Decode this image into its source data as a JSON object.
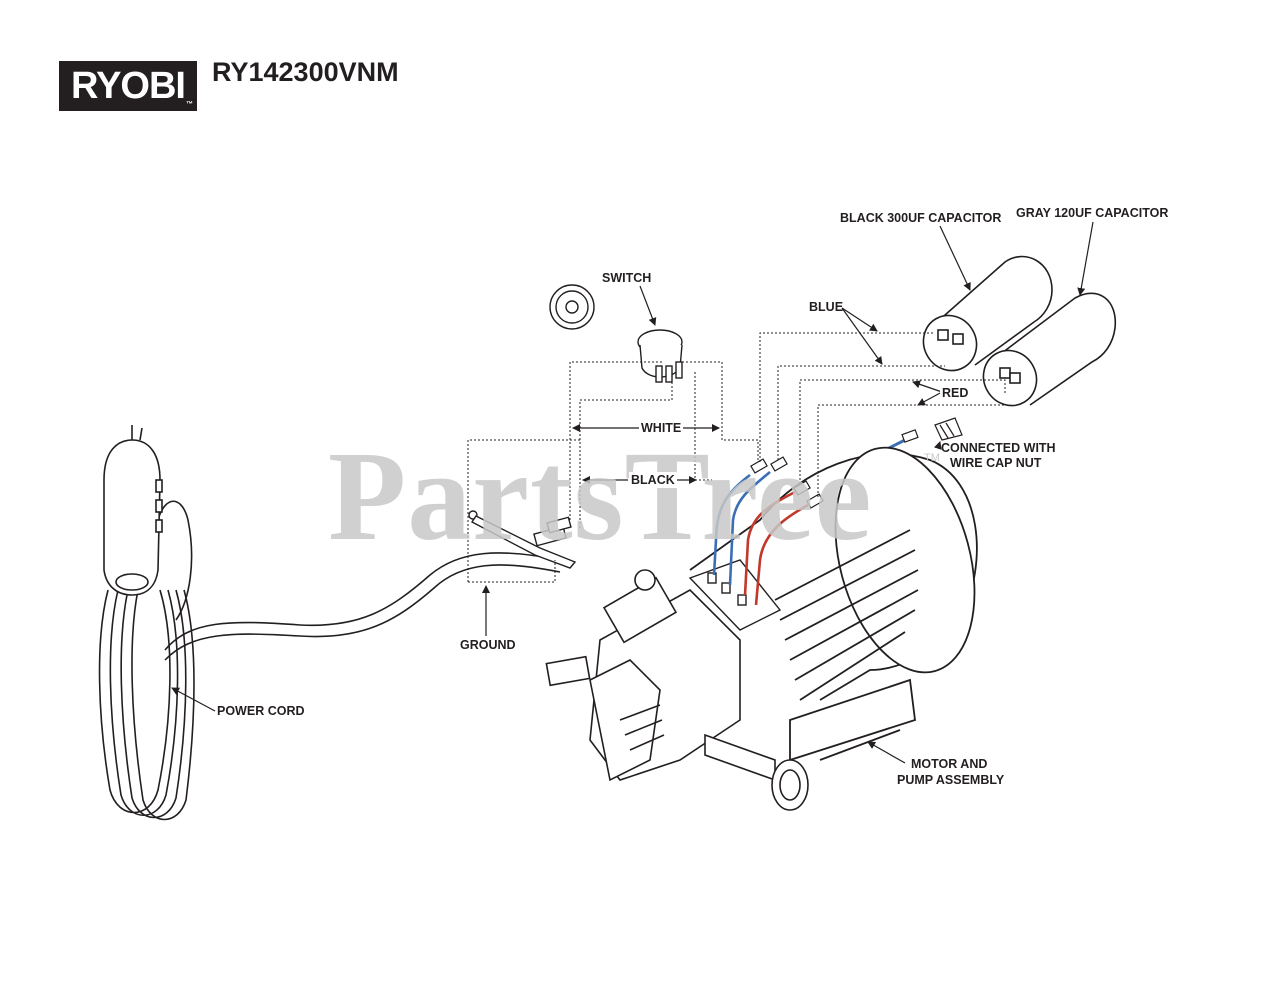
{
  "brand": {
    "logo_text": "RYOBI",
    "logo_tm": "™",
    "model": "RY142300VNM"
  },
  "watermark": {
    "text": "PartsTree",
    "tm": "TM"
  },
  "callouts": {
    "black_capacitor": "BLACK 300UF CAPACITOR",
    "gray_capacitor": "GRAY 120UF CAPACITOR",
    "switch": "SWITCH",
    "blue": "BLUE",
    "red": "RED",
    "white": "WHITE",
    "black": "BLACK",
    "wire_cap_line1": "CONNECTED WITH",
    "wire_cap_line2": "WIRE CAP NUT",
    "ground": "GROUND",
    "power_cord": "POWER CORD",
    "motor_line1": "MOTOR AND",
    "motor_line2": "PUMP ASSEMBLY"
  },
  "colors": {
    "ink": "#231f20",
    "blue_wire": "#3a6fb5",
    "red_wire": "#c0392b",
    "watermark": "#c8c8c8"
  }
}
